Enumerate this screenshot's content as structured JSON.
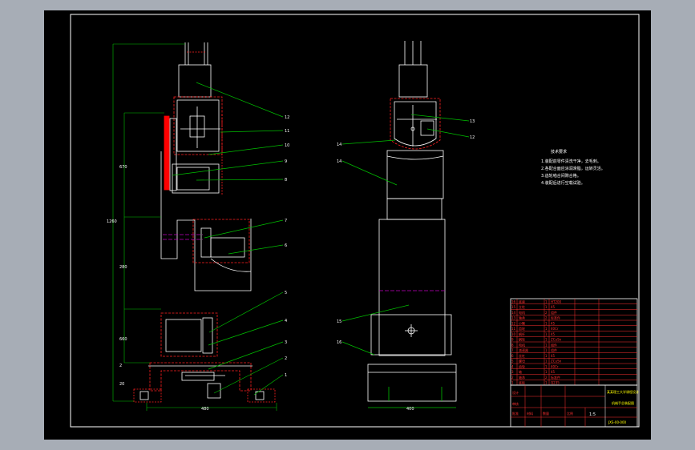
{
  "colors": {
    "frame_outer": "#a7adb6",
    "drawing_background": "#000000",
    "border_line": "#ffffff",
    "outline": "#ffffff",
    "leader_line": "#00c000",
    "dimension_line": "#00c000",
    "section_hatch": "#ff2020",
    "centerline": "#c000c0",
    "part_highlight": "#ff0000",
    "table_text": "#ffff00"
  },
  "left_view": {
    "balloons": [
      "12",
      "11",
      "10",
      "9",
      "8",
      "7",
      "6",
      "5",
      "4",
      "3",
      "2",
      "1"
    ],
    "dimensions": [
      "1260",
      "670",
      "280",
      "660",
      "2",
      "20",
      "480"
    ]
  },
  "right_view": {
    "balloons": [
      "13",
      "12",
      "14",
      "14",
      "15",
      "16"
    ],
    "dimensions": [
      "400"
    ]
  },
  "notes": {
    "heading": "技术要求",
    "lines": [
      "1.装配前零件清洗干净，去毛刺。",
      "2.各配合面应涂润滑脂，运转灵活。",
      "3.齿轮啮合间隙合格。",
      "4.装配后进行空载试验。"
    ]
  },
  "parts_table": {
    "rows": [
      [
        "16",
        "底座",
        "1",
        "HT200"
      ],
      [
        "15",
        "立柱",
        "1",
        "45"
      ],
      [
        "14",
        "电机",
        "2",
        "组件"
      ],
      [
        "13",
        "轴承",
        "2",
        "标准件"
      ],
      [
        "12",
        "小臂",
        "1",
        "45"
      ],
      [
        "11",
        "齿轮",
        "1",
        "40Cr"
      ],
      [
        "10",
        "蜗杆",
        "1",
        "45"
      ],
      [
        "9",
        "蜗轮",
        "1",
        "ZCuSn"
      ],
      [
        "8",
        "电机",
        "1",
        "组件"
      ],
      [
        "7",
        "减速器",
        "1",
        "组件"
      ],
      [
        "6",
        "丝杠",
        "1",
        "45"
      ],
      [
        "5",
        "螺母",
        "1",
        "ZCuSn"
      ],
      [
        "4",
        "齿轮",
        "1",
        "40Cr"
      ],
      [
        "3",
        "轴",
        "1",
        "45"
      ],
      [
        "2",
        "轴承",
        "2",
        "标准件"
      ],
      [
        "1",
        "底板",
        "1",
        "Q235"
      ]
    ]
  },
  "title_block": {
    "school": "某某理工大学课程设计",
    "drawing_name": "机械手总装配图",
    "scale": "1:5",
    "drawing_number": "JXS-00-000",
    "labels": [
      "设计",
      "审核",
      "批准",
      "比例",
      "数量",
      "材料"
    ]
  }
}
